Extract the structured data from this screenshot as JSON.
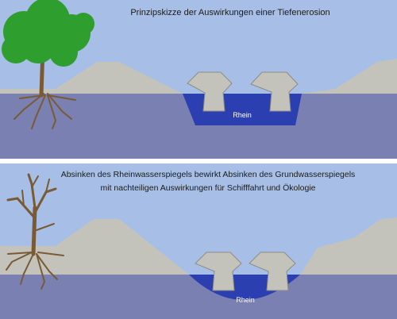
{
  "panel_top": {
    "title": "Prinzipskizze der Auswirkungen einer Tiefenerosion",
    "river_label": "Rhein"
  },
  "panel_bottom": {
    "caption_line1": "Absinken des Rheinwasserspiegels bewirkt Absinken des Grundwasserspiegels",
    "caption_line2": "mit nachteiligen Auswirkungen für Schifffahrt und Ökologie",
    "river_label": "Rhein"
  },
  "colors": {
    "sky": "#a7bfe6",
    "groundwater": "#7b80b2",
    "bank": "#c3c3bb",
    "river": "#2b3fb1",
    "tree_leaves": "#2e9e2e",
    "trunk": "#7a5a35",
    "divider": "#ffffff"
  }
}
